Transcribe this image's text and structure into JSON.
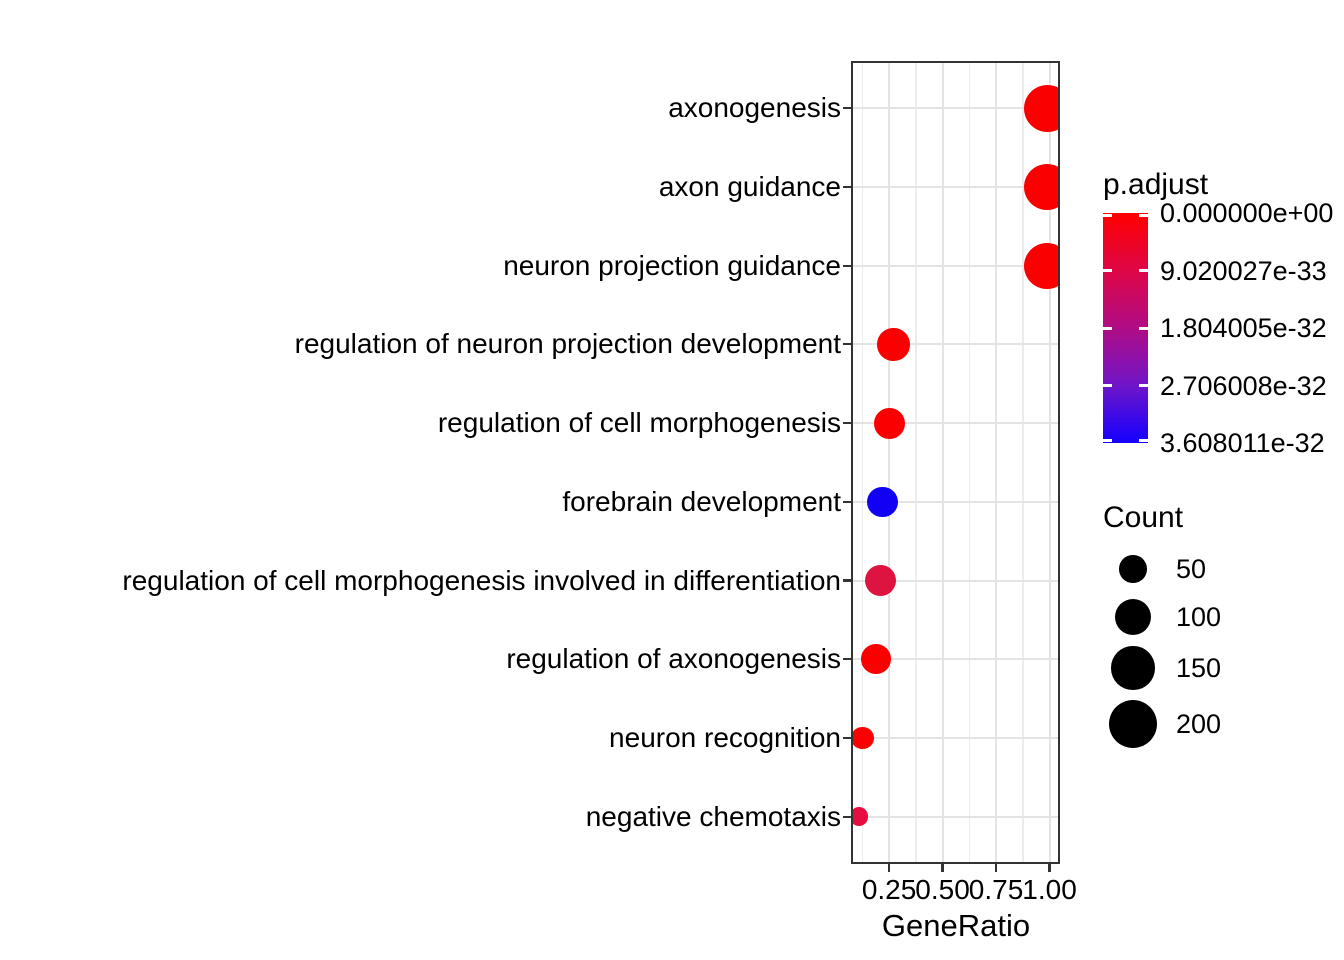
{
  "chart_data": {
    "type": "scatter",
    "subtype": "enrichment_dotplot",
    "title": "",
    "xlabel": "GeneRatio",
    "ylabel": "",
    "x_range": [
      0.072,
      1.049
    ],
    "x_major_ticks": [
      0.25,
      0.5,
      0.75,
      1.0
    ],
    "x_major_tick_labels": [
      "0.25",
      "0.50",
      "0.75",
      "1.00"
    ],
    "x_minor_ticks": [
      0.125,
      0.375,
      0.625,
      0.875
    ],
    "grid": "major-x, minor-x, major-y; white panel with light gray grid",
    "legend_position": "right",
    "colors": {
      "low_padjust_red": "#FA0000",
      "high_padjust_blue": "#1200F5",
      "panel_border": "#333333",
      "grid_major": "#E4E4E4",
      "grid_minor": "#ECECEC",
      "text": "#000000"
    },
    "points": [
      {
        "label": "axonogenesis",
        "gene_ratio": 0.99,
        "count": 185,
        "p_adjust": 0,
        "color": "#FA0000"
      },
      {
        "label": "axon guidance",
        "gene_ratio": 0.99,
        "count": 175,
        "p_adjust": 0,
        "color": "#FA0000"
      },
      {
        "label": "neuron projection guidance",
        "gene_ratio": 0.99,
        "count": 175,
        "p_adjust": 0,
        "color": "#FA0000"
      },
      {
        "label": "regulation of neuron projection development",
        "gene_ratio": 0.27,
        "count": 75,
        "p_adjust": 0,
        "color": "#FA0000"
      },
      {
        "label": "regulation of cell morphogenesis",
        "gene_ratio": 0.25,
        "count": 67,
        "p_adjust": 0,
        "color": "#FA0000"
      },
      {
        "label": "forebrain development",
        "gene_ratio": 0.22,
        "count": 64,
        "p_adjust": 3.6e-32,
        "color": "#1200F5"
      },
      {
        "label": "regulation of cell morphogenesis involved in differentiation",
        "gene_ratio": 0.21,
        "count": 70,
        "p_adjust": 5e-33,
        "color": "#DE1440"
      },
      {
        "label": "regulation of axonogenesis",
        "gene_ratio": 0.19,
        "count": 60,
        "p_adjust": 0,
        "color": "#FA0000"
      },
      {
        "label": "neuron recognition",
        "gene_ratio": 0.125,
        "count": 29,
        "p_adjust": 0,
        "color": "#FA0000"
      },
      {
        "label": "negative chemotaxis",
        "gene_ratio": 0.11,
        "count": 17,
        "p_adjust": 4e-33,
        "color": "#E60D3F"
      }
    ],
    "legend_padjust": {
      "title": "p.adjust",
      "labels": [
        "0.000000e+00",
        "9.020027e-33",
        "1.804005e-32",
        "2.706008e-32",
        "3.608011e-32"
      ],
      "gradient_stops": [
        "#FF0000",
        "#DE0646",
        "#B00C86",
        "#6F15C8",
        "#1400FF"
      ]
    },
    "legend_count": {
      "title": "Count",
      "items": [
        {
          "label": "50",
          "value": 50
        },
        {
          "label": "100",
          "value": 100
        },
        {
          "label": "150",
          "value": 150
        },
        {
          "label": "200",
          "value": 200
        }
      ]
    }
  }
}
